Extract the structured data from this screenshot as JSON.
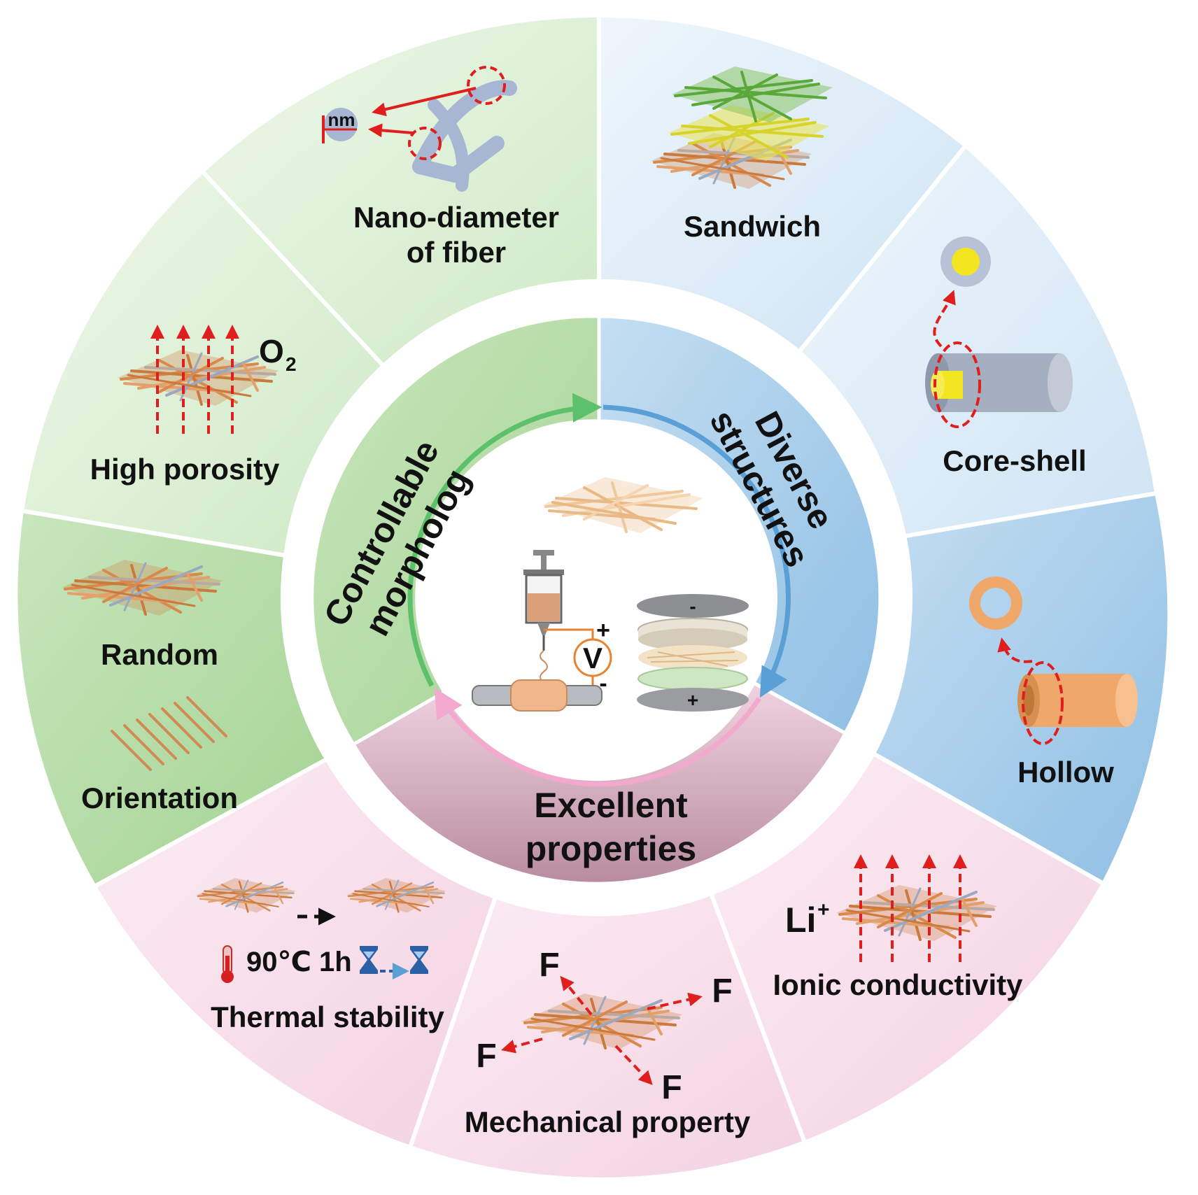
{
  "center": {
    "voltage_symbol": "V",
    "plus_sign": "+",
    "minus_sign": "-"
  },
  "inner_ring": {
    "controllable": {
      "line1": "Controllable",
      "line2": "morpholog"
    },
    "diverse": {
      "line1": "Diverse",
      "line2": "structures"
    },
    "excellent": {
      "line1": "Excellent",
      "line2": "properties"
    }
  },
  "outer_ring": {
    "nano_diameter": {
      "line1": "Nano-diameter",
      "line2": "of fiber",
      "unit_badge": "nm"
    },
    "sandwich": {
      "label": "Sandwich"
    },
    "core_shell": {
      "label": "Core-shell"
    },
    "hollow": {
      "label": "Hollow"
    },
    "high_porosity": {
      "label": "High porosity",
      "gas": "O",
      "gas_subscript": "2"
    },
    "random": {
      "label": "Random"
    },
    "orientation": {
      "label": "Orientation"
    },
    "thermal_stability": {
      "label": "Thermal stability",
      "temperature": "90℃",
      "duration": "1h"
    },
    "mechanical_property": {
      "label": "Mechanical property",
      "force_symbol": "F"
    },
    "ionic_conductivity": {
      "label": "Ionic conductivity",
      "ion": "Li",
      "ion_charge": "+"
    }
  },
  "colors": {
    "green_sector": "#d9efd2",
    "green_sector_dark": "#a9d59b",
    "blue_sector": "#d6e9f7",
    "blue_sector_dark": "#9cc7e8",
    "pink_sector": "#f8dce9",
    "pink_sector_dark": "#e7bfd2",
    "fiber_orange": "#d9894a",
    "arrow_red": "#e01e1e"
  },
  "icons": [
    "fiber-mat-icon",
    "syringe-icon",
    "voltage-source-icon",
    "battery-stack-icon",
    "thermometer-icon",
    "hourglass-icon",
    "core-shell-fiber-icon",
    "hollow-fiber-icon"
  ]
}
